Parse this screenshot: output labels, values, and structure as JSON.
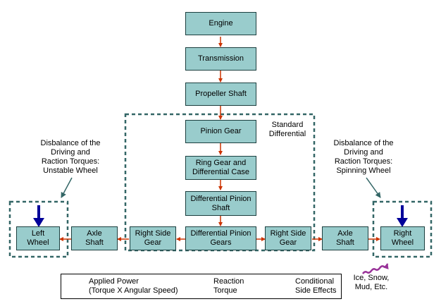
{
  "colors": {
    "box_fill": "#99cccc",
    "box_border": "#1c3f3f",
    "power_arrow": "#cc3300",
    "reaction_arrow": "#000099",
    "side_effect_arrow": "#993399",
    "dashed_border": "#336666"
  },
  "nodes": {
    "engine": "Engine",
    "transmission": "Transmission",
    "propeller_shaft": "Propeller Shaft",
    "pinion_gear": "Pinion Gear",
    "ring_gear": "Ring Gear and\nDifferential Case",
    "diff_pinion_shaft": "Differential Pinion\nShaft",
    "diff_pinion_gears": "Differential Pinion\nGears",
    "right_side_gear_left": "Right Side\nGear",
    "right_side_gear_right": "Right Side\nGear",
    "axle_shaft_left": "Axle\nShaft",
    "axle_shaft_right": "Axle\nShaft",
    "left_wheel": "Left\nWheel",
    "right_wheel": "Right\nWheel"
  },
  "labels": {
    "standard_differential": "Standard\nDifferential",
    "left_note": "Disbalance of the\nDriving and\nRaction Torques:\nUnstable Wheel",
    "right_note": "Disbalance of the\nDriving and\nRaction Torques:\nSpinning Wheel",
    "conditions": "Ice, Snow,\nMud, Etc."
  },
  "legend": {
    "applied_power": "Applied Power\n(Torque X Angular Speed)",
    "reaction_torque": "Reaction\nTorque",
    "side_effects": "Conditional\nSide Effects"
  }
}
